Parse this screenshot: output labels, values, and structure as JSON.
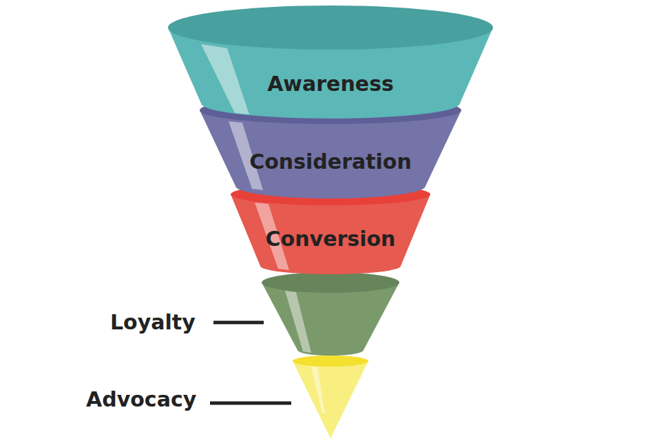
{
  "diagram": {
    "nodes": [
      {
        "text": [
          "Awareness"
        ]
      },
      {
        "text": [
          "Consideration"
        ]
      },
      {
        "text": [
          "Conversion"
        ]
      },
      {
        "text": [
          "Loyalty"
        ]
      },
      {
        "text": [
          "Advocacy"
        ]
      }
    ]
  }
}
